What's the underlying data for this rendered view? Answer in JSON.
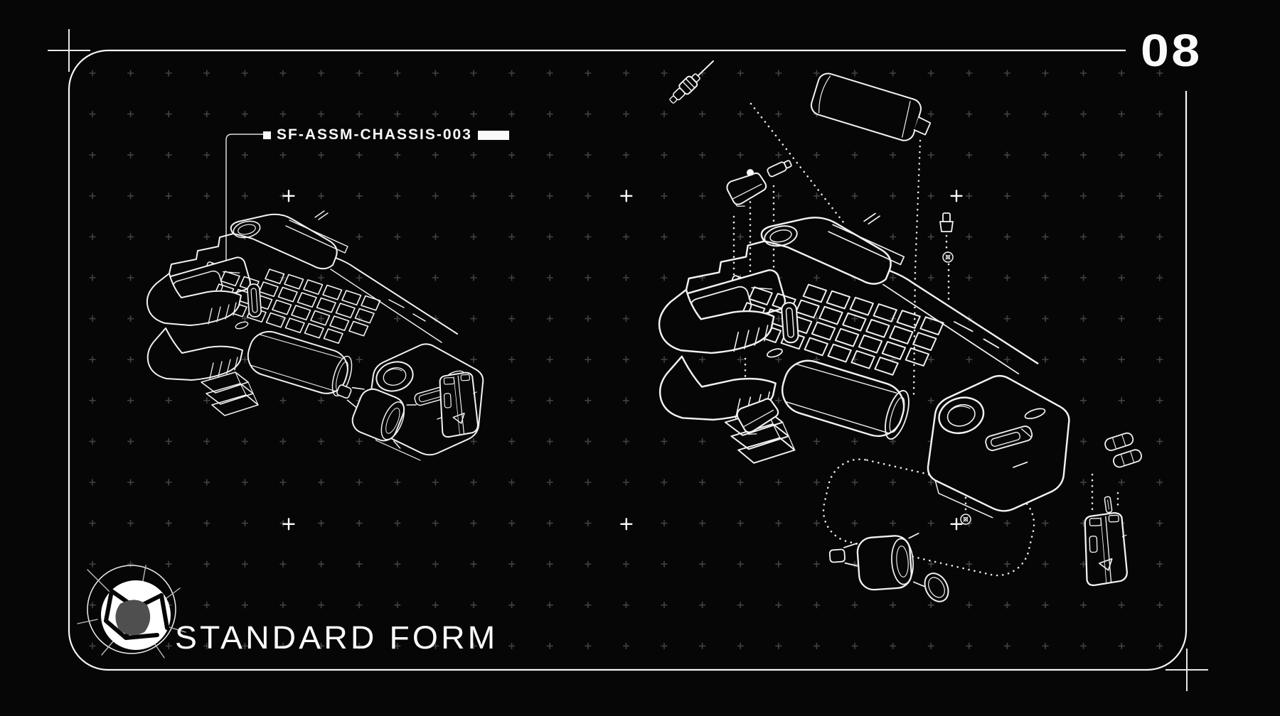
{
  "sheet": {
    "number": "08",
    "callout": {
      "part_code": "SF-ASSM-CHASSIS-003"
    },
    "brand": {
      "wordmark": "STANDARD FORM"
    }
  },
  "icons": {
    "callout_prefix": "filled-square-icon",
    "callout_suffix": "filled-bar-icon",
    "corner_marks": "crosshair-icon",
    "background_marks": "plus-grid-icon",
    "logo": "shattered-sphere-logo"
  },
  "colors": {
    "background": "#060606",
    "line_art": "#f2f2f2",
    "frame": "#f5f5f5",
    "grid_dim": "#424242",
    "grid_bright": "#fafafa",
    "logo_core": "#4f4f4f"
  }
}
